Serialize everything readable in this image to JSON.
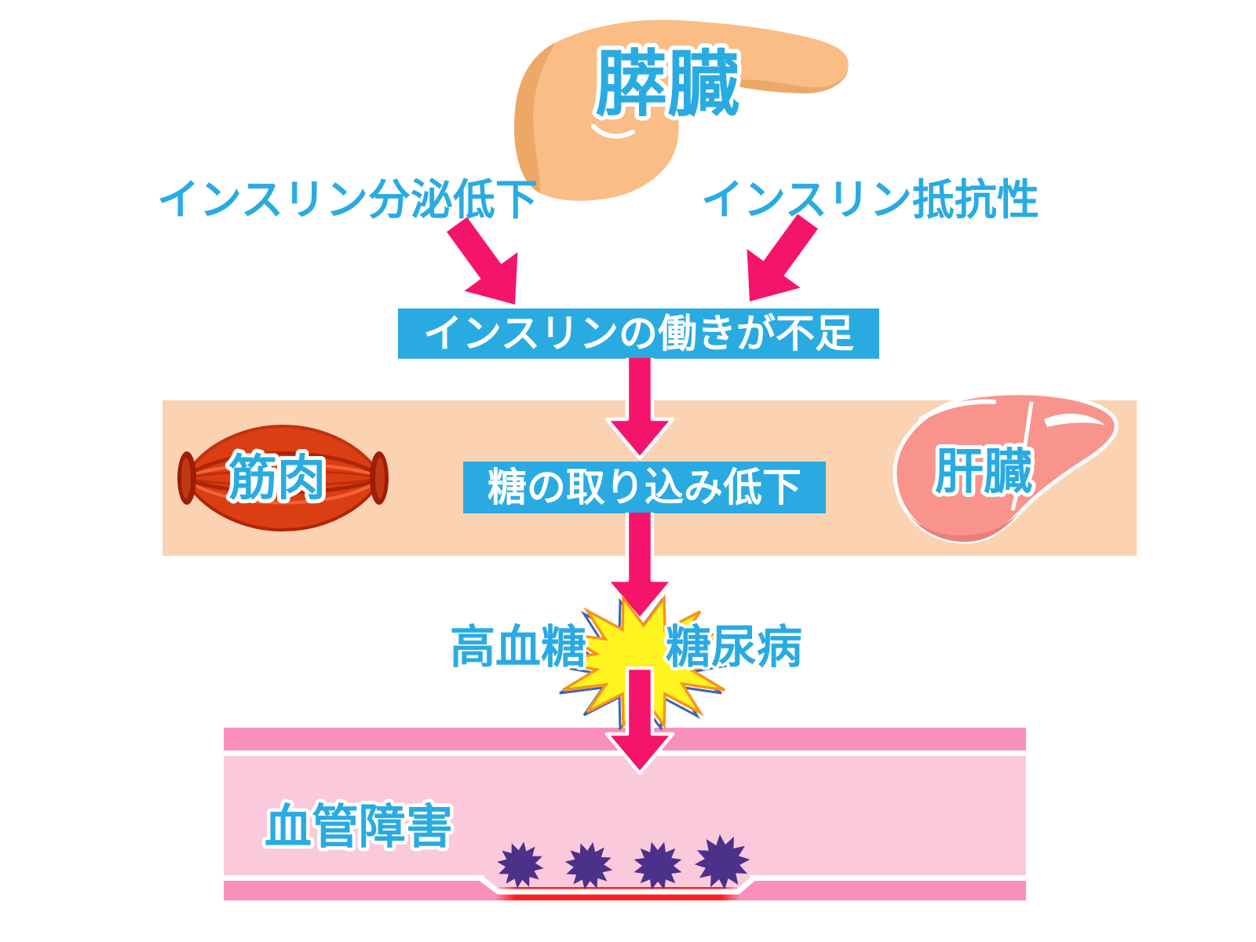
{
  "diagram": {
    "pancreas_label": "膵臓",
    "cause_left": "インスリン分泌低下",
    "cause_right": "インスリン抵抗性",
    "banner_insulin_deficiency": "インスリンの働きが不足",
    "muscle_label": "筋肉",
    "banner_glucose_uptake": "糖の取り込み低下",
    "liver_label": "肝臓",
    "hyperglycemia_label": "高血糖",
    "diabetes_label": "糖尿病",
    "vascular_disorder_label": "血管障害"
  },
  "colors": {
    "accent_blue": "#29ABE2",
    "arrow_pink": "#F4146C",
    "band_peach": "#FBD3B2",
    "vessel_wall_pink": "#F98FBB",
    "vessel_inner_pink": "#FBC9DC",
    "burst_yellow": "#FFF41F",
    "burst_orange_outline": "#F7941D",
    "burst_blue_outline": "#3E63B4",
    "plaque_purple": "#4B3189",
    "pancreas_orange": "#F9BD85",
    "pancreas_shade": "#EDA868",
    "muscle_red": "#DC3E14",
    "liver_salmon": "#F8948C",
    "inflammation_red": "#FF1E1E"
  }
}
